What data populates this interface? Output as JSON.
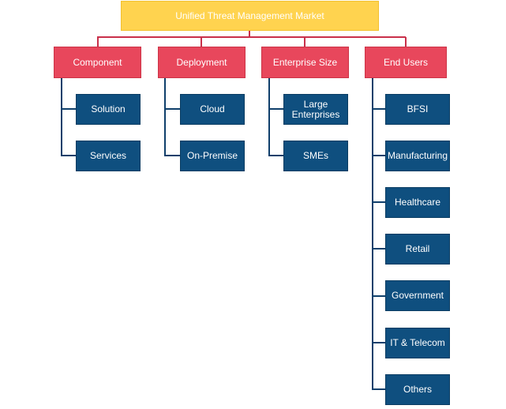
{
  "diagram": {
    "root": {
      "label": "Unified Threat Management Market"
    },
    "colors": {
      "root": "#ffd34f",
      "category": "#e8475c",
      "leaf": "#0f4f7f",
      "connector_root": "#c9304a",
      "connector_branch": "#0f3f6b"
    },
    "categories": [
      {
        "label": "Component",
        "children": [
          {
            "label": "Solution"
          },
          {
            "label": "Services"
          }
        ]
      },
      {
        "label": "Deployment",
        "children": [
          {
            "label": "Cloud"
          },
          {
            "label": "On-Premise"
          }
        ]
      },
      {
        "label": "Enterprise Size",
        "children": [
          {
            "label": "Large Enterprises"
          },
          {
            "label": "SMEs"
          }
        ]
      },
      {
        "label": "End Users",
        "children": [
          {
            "label": "BFSI"
          },
          {
            "label": "Manufacturing"
          },
          {
            "label": "Healthcare"
          },
          {
            "label": "Retail"
          },
          {
            "label": "Government"
          },
          {
            "label": "IT & Telecom"
          },
          {
            "label": "Others"
          }
        ]
      }
    ]
  }
}
